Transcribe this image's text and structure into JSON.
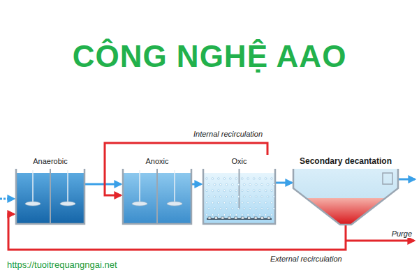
{
  "diagram": {
    "title": "CÔNG NGHỆ AAO",
    "nodes": [
      {
        "text": [
          "Anaerobic"
        ]
      },
      {
        "text": [
          "Anoxic"
        ]
      },
      {
        "text": [
          "Oxic"
        ]
      },
      {
        "text": [
          "Secondary decantation"
        ]
      }
    ],
    "edges": [
      {
        "from": 0,
        "to": 1,
        "arrow": "to"
      },
      {
        "from": 1,
        "to": 2,
        "arrow": "to"
      },
      {
        "from": 2,
        "to": 3,
        "arrow": "to"
      },
      {
        "from": 2,
        "to": 1,
        "label": "Internal recirculation",
        "arrow": "to"
      },
      {
        "from": 3,
        "to": 0,
        "label": "External recirculation",
        "arrow": "to"
      }
    ],
    "labels": [
      "Purge",
      "https://tuoitrequangngai.net"
    ]
  }
}
